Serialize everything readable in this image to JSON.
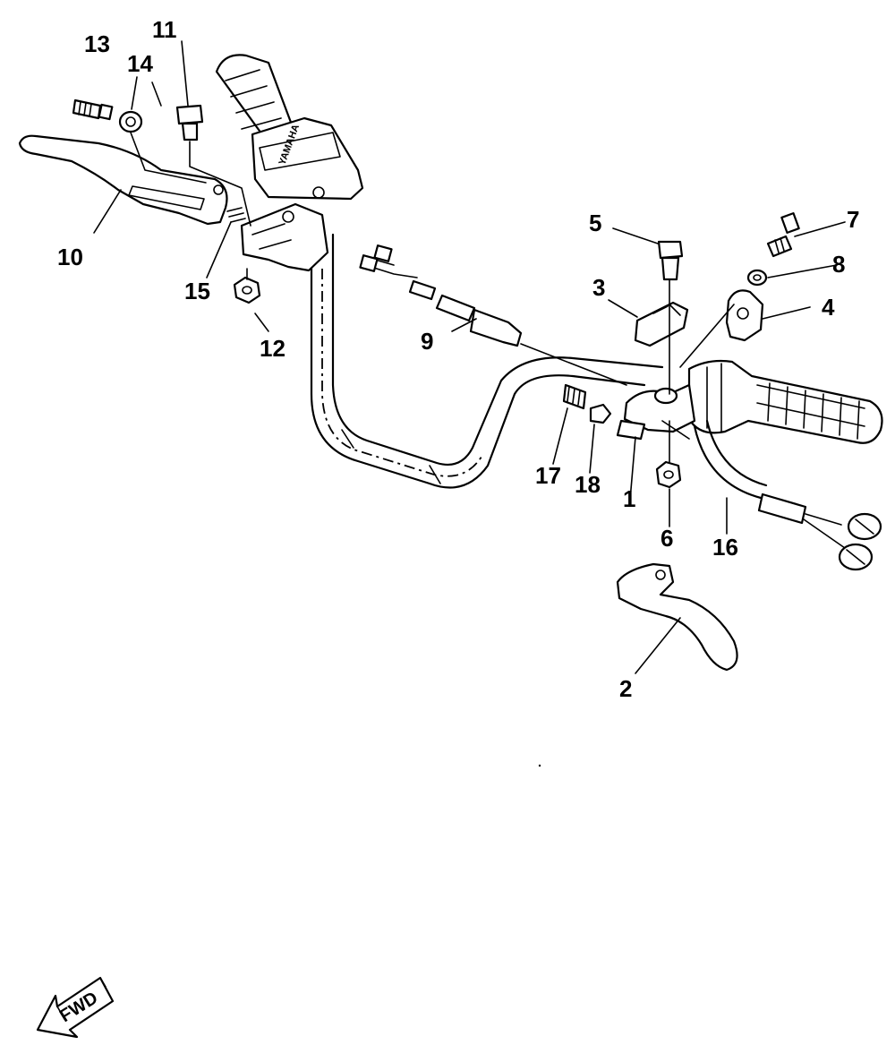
{
  "brand_mark": "YAMAHA",
  "direction_arrow": "FWD",
  "callouts": [
    "1",
    "2",
    "3",
    "4",
    "5",
    "6",
    "7",
    "8",
    "9",
    "10",
    "11",
    "12",
    "13",
    "14",
    "15",
    "16",
    "17",
    "18"
  ]
}
